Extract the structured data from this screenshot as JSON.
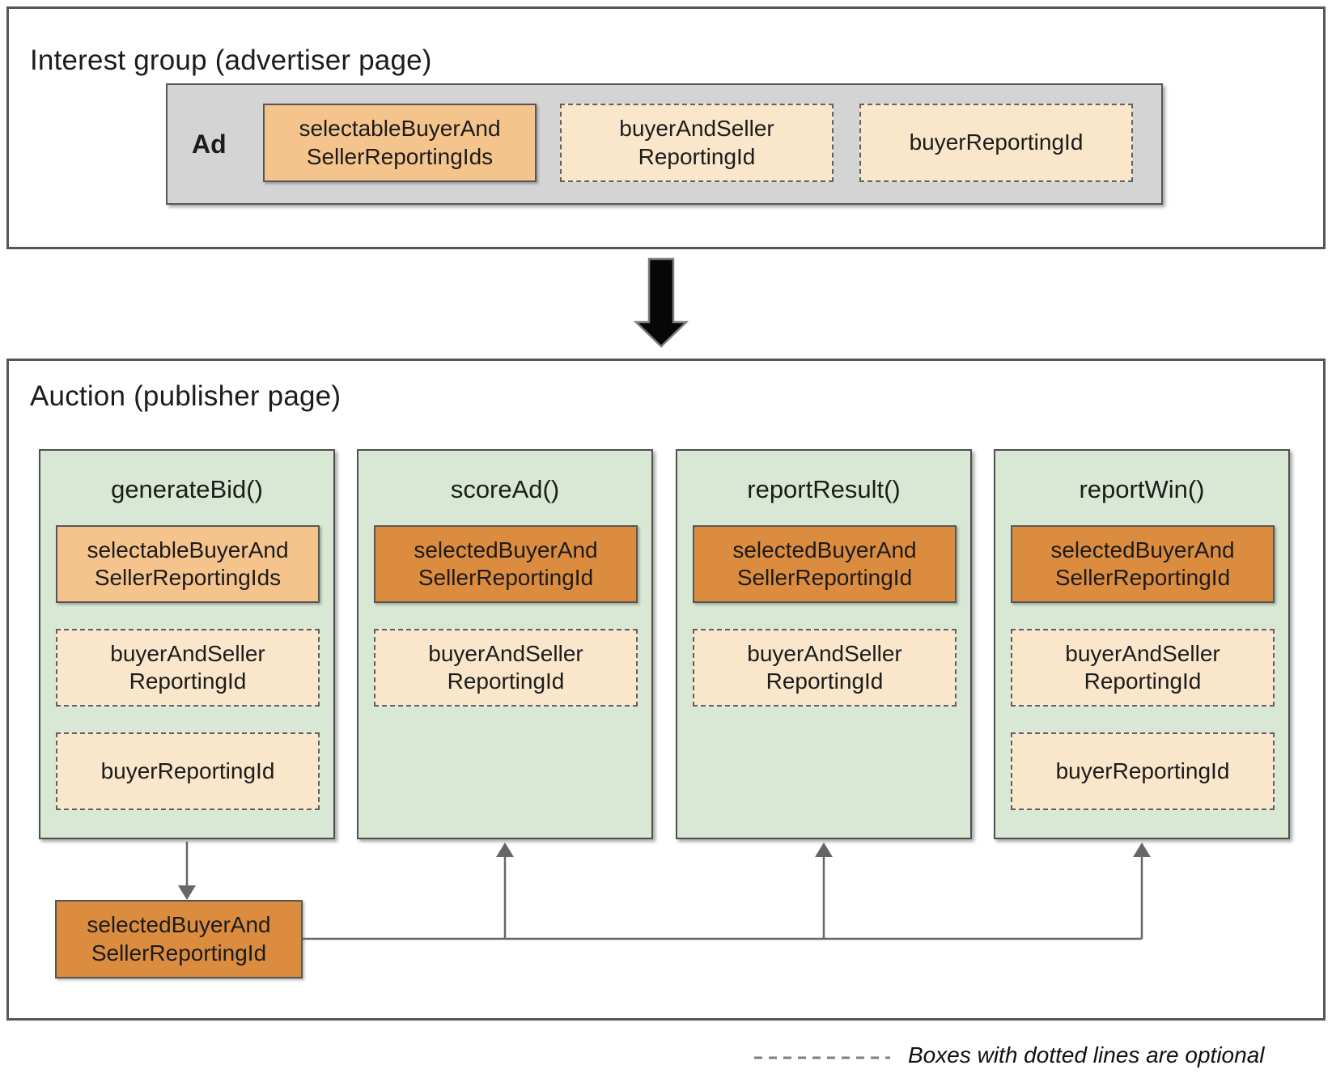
{
  "interest_group": {
    "title": "Interest group (advertiser page)",
    "ad_label": "Ad",
    "boxes": [
      {
        "label": "selectableBuyerAnd\nSellerReportingIds",
        "optional": false
      },
      {
        "label": "buyerAndSeller\nReportingId",
        "optional": true
      },
      {
        "label": "buyerReportingId",
        "optional": true
      }
    ]
  },
  "auction": {
    "title": "Auction (publisher page)",
    "functions": [
      {
        "name": "generateBid()",
        "boxes": [
          {
            "label": "selectableBuyerAnd\nSellerReportingIds",
            "optional": false
          },
          {
            "label": "buyerAndSeller\nReportingId",
            "optional": true
          },
          {
            "label": "buyerReportingId",
            "optional": true
          }
        ]
      },
      {
        "name": "scoreAd()",
        "boxes": [
          {
            "label": "selectedBuyerAnd\nSellerReportingId",
            "optional": false
          },
          {
            "label": "buyerAndSeller\nReportingId",
            "optional": true
          }
        ]
      },
      {
        "name": "reportResult()",
        "boxes": [
          {
            "label": "selectedBuyerAnd\nSellerReportingId",
            "optional": false
          },
          {
            "label": "buyerAndSeller\nReportingId",
            "optional": true
          }
        ]
      },
      {
        "name": "reportWin()",
        "boxes": [
          {
            "label": "selectedBuyerAnd\nSellerReportingId",
            "optional": false
          },
          {
            "label": "buyerAndSeller\nReportingId",
            "optional": true
          },
          {
            "label": "buyerReportingId",
            "optional": true
          }
        ]
      }
    ],
    "result_box": {
      "label": "selectedBuyerAnd\nSellerReportingId"
    }
  },
  "legend": {
    "label": "Boxes with dotted lines are optional"
  },
  "colors": {
    "selectable_orange": "#f5c48d",
    "selected_orange": "#dc8c3e",
    "optional_cream": "#fae6ca",
    "function_green": "#d9e8d4",
    "ad_gray": "#d4d4d4",
    "connector_gray": "#666666"
  }
}
